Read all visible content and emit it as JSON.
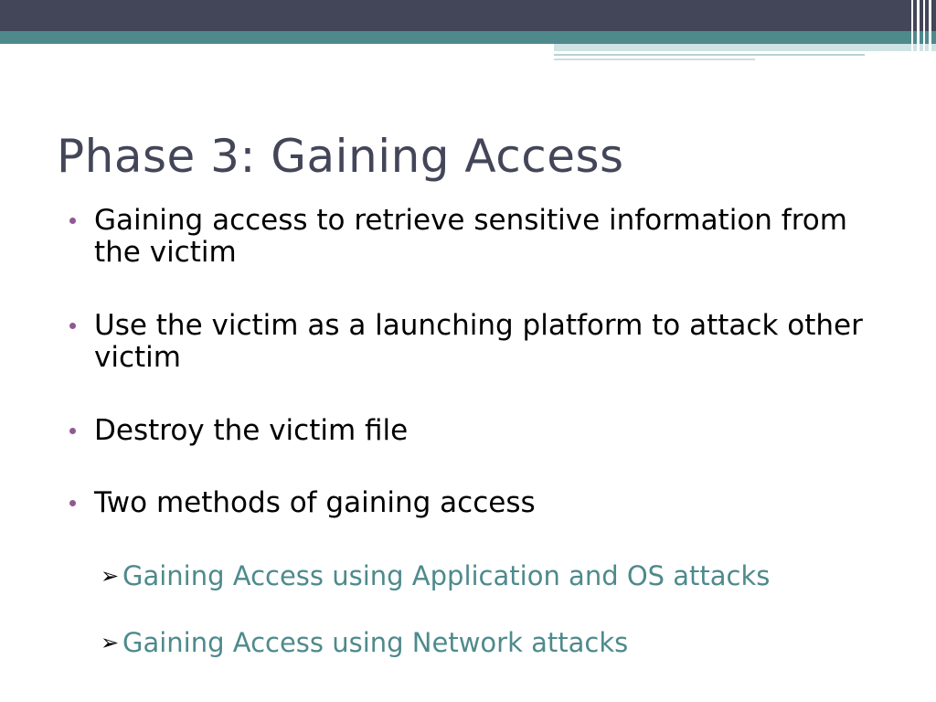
{
  "slide": {
    "title": "Phase 3: Gaining Access",
    "bullets": [
      "Gaining access to retrieve sensitive information from the victim",
      "Use the victim as a launching platform to attack other victim",
      "Destroy the victim file",
      "Two methods of gaining access"
    ],
    "sub_bullets": [
      "Gaining Access using Application and OS attacks",
      "Gaining Access using Network attacks"
    ],
    "sub_bullet_marker": "➢",
    "colors": {
      "header_dark": "#434658",
      "header_teal": "#4e8a8c",
      "title": "#434658",
      "bullet_dot": "#8f5a93",
      "sub_text": "#4e8a8c",
      "body_text": "#000000"
    }
  }
}
